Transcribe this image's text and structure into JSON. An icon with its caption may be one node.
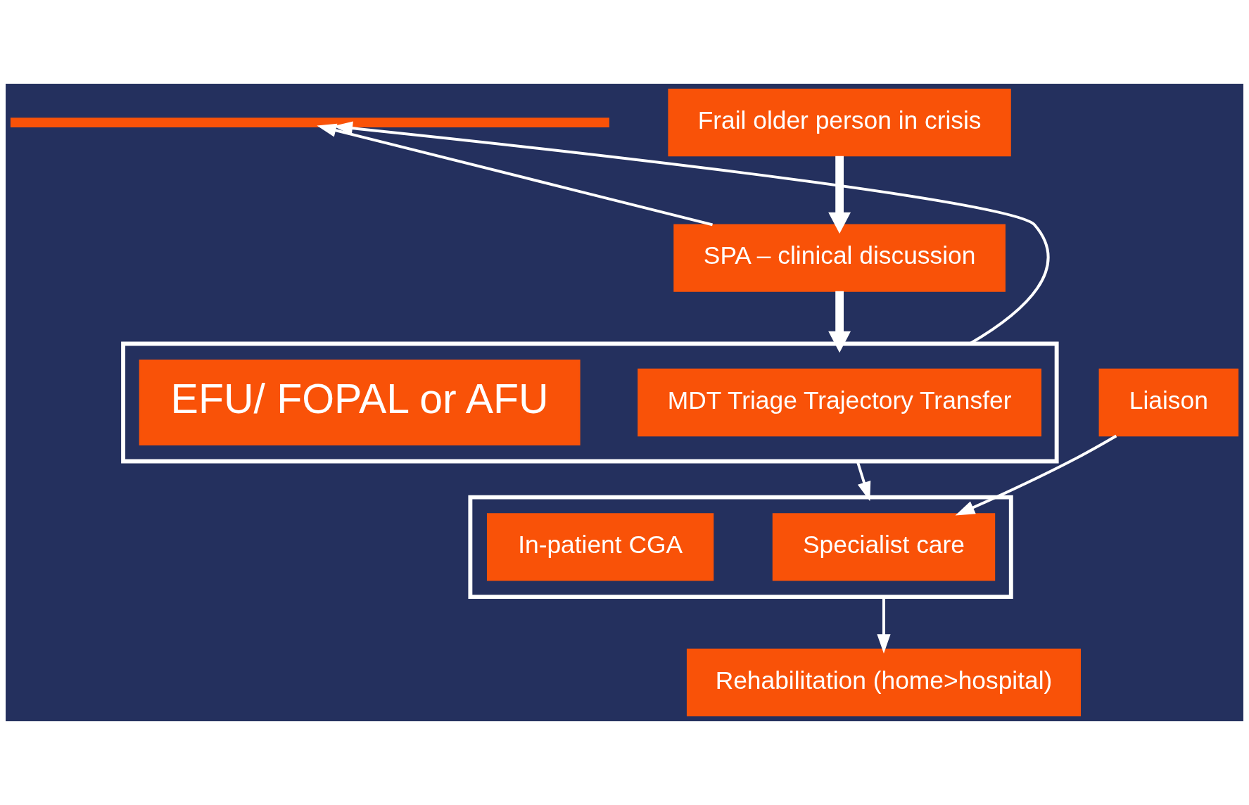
{
  "diagram": {
    "nodes": [
      {
        "text": [],
        "shape": "bar"
      },
      {
        "text": [
          "Frail older person in crisis"
        ]
      },
      {
        "text": [
          "SPA – clinical discussion"
        ]
      },
      {
        "text": [
          "Rehabilitation (home>hospital)"
        ]
      },
      {
        "text": [],
        "shape": "box"
      },
      {
        "text": [
          "MDT Triage Trajectory Transfer"
        ],
        "in": 4
      },
      {
        "text": [
          "EFU/ FOPAL or AFU"
        ],
        "in": 4
      },
      {
        "text": [
          "Liaison"
        ]
      },
      {
        "text": [],
        "shape": "box"
      },
      {
        "text": [
          "Specialist care"
        ],
        "in": 8
      },
      {
        "text": [
          "In-patient CGA"
        ],
        "in": 8
      }
    ],
    "edges": [
      {
        "from": 2,
        "to": 0,
        "arrow": "to"
      },
      {
        "from": 4,
        "to": 0,
        "arrow": "to"
      },
      {
        "from": 1,
        "to": 2,
        "arrow": "to",
        "style": "thick"
      },
      {
        "from": 2,
        "to": 4,
        "arrow": "to",
        "style": "thick"
      },
      {
        "from": 4,
        "to": 8,
        "arrow": "to"
      },
      {
        "from": 8,
        "to": 3,
        "arrow": "to"
      },
      {
        "from": 7,
        "to": 9,
        "arrow": "to"
      }
    ]
  }
}
